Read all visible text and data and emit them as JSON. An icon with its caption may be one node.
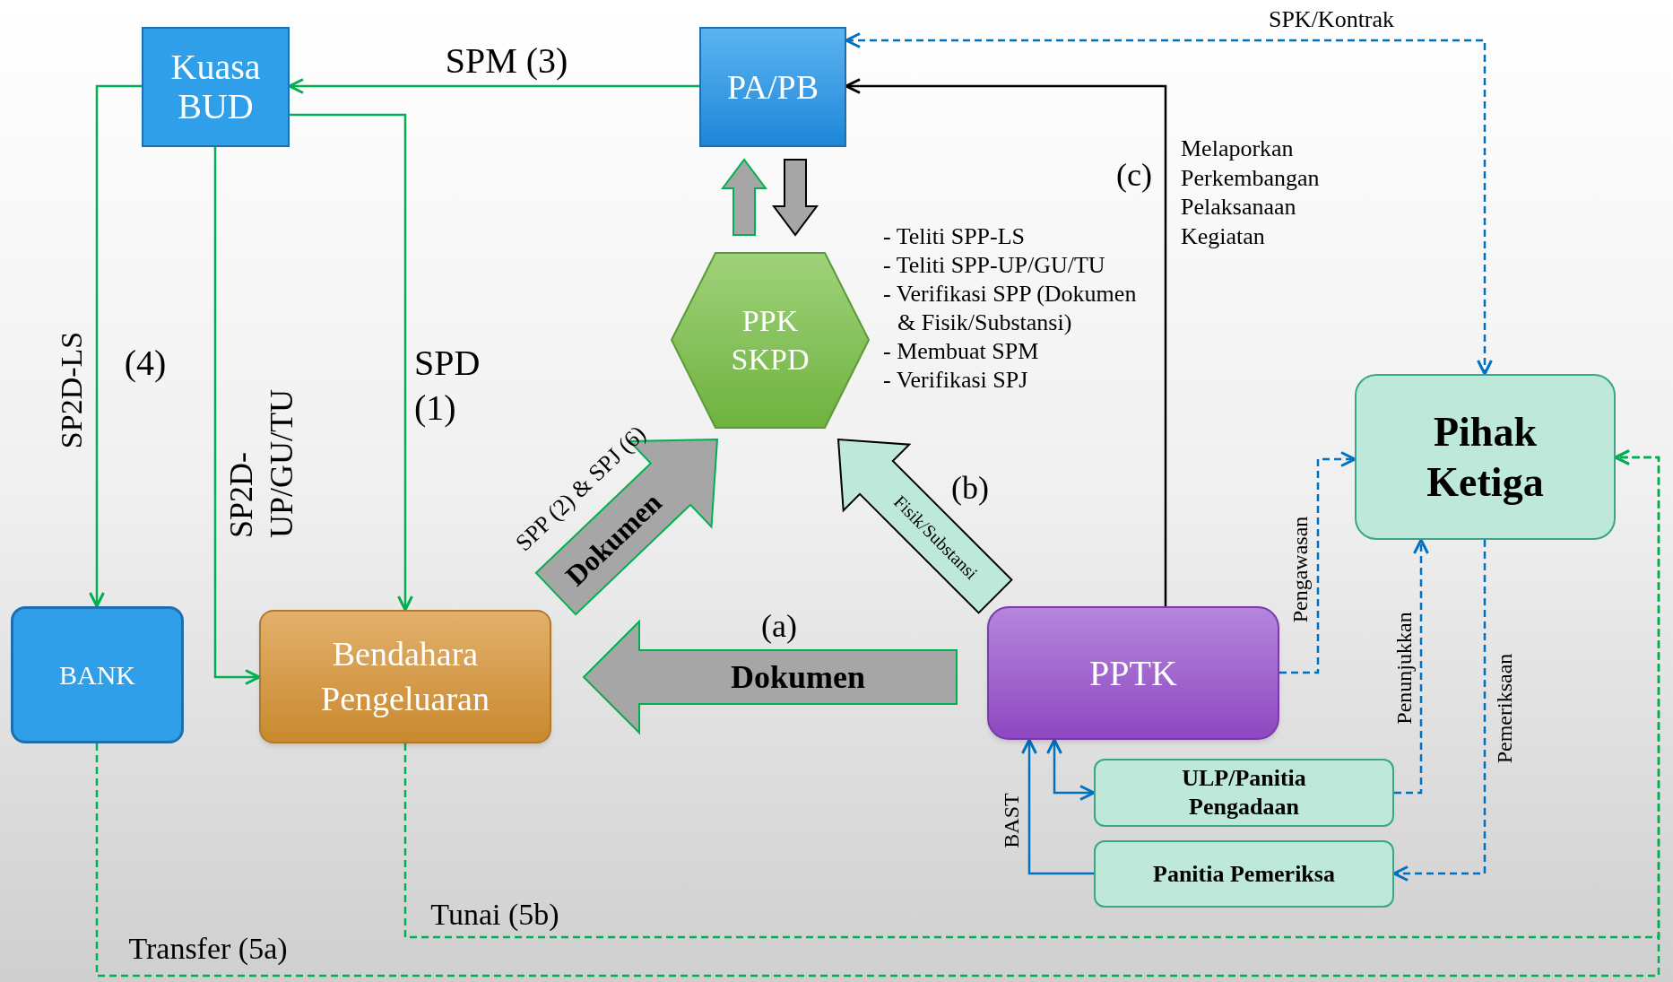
{
  "diagram": {
    "nodes": [
      {
        "text": [
          "Kuasa BUD"
        ]
      },
      {
        "text": [
          "PA/PB"
        ]
      },
      {
        "text": [
          "PPK SKPD"
        ],
        "beside": [
          "- Teliti SPP-LS",
          "- Teliti SPP-UP/GU/TU",
          "- Verifikasi SPP (Dokumen & Fisik/Substansi)",
          "- Membuat SPM",
          "- Verifikasi SPJ"
        ]
      },
      {
        "text": [
          "BANK"
        ]
      },
      {
        "text": [
          "Bendahara Pengeluaran"
        ]
      },
      {
        "text": [
          "PPTK"
        ]
      },
      {
        "text": [
          "Pihak Ketiga"
        ]
      },
      {
        "text": [
          "ULP/Panitia Pengadaan"
        ]
      },
      {
        "text": [
          "Panitia Pemeriksa"
        ]
      }
    ],
    "edges": [
      {
        "from": 1,
        "to": 0,
        "arrow": "to",
        "label": "SPM (3)"
      },
      {
        "from": 0,
        "to": 3,
        "arrow": "to",
        "label": "SP2D-LS"
      },
      {
        "from": 0,
        "to": 4,
        "arrow": "to",
        "label": "SP2D- UP/GU/TU"
      },
      {
        "from": 0,
        "to": 4,
        "arrow": "to",
        "label": "SPD (1)"
      },
      {
        "from": 3,
        "to": 6,
        "arrow": "to",
        "label": "Transfer (5a)",
        "style": "dashed"
      },
      {
        "from": 4,
        "to": 6,
        "arrow": "to",
        "label": "Tunai (5b)",
        "style": "dashed"
      },
      {
        "from": 5,
        "to": 1,
        "arrow": "to",
        "label": "Melaporkan Perkembangan Pelaksanaan Kegiatan",
        "color": "#000000"
      },
      {
        "from": 1,
        "to": 6,
        "arrow": "both",
        "label": "SPK/Kontrak",
        "style": "dashed",
        "color": "#0070c0"
      },
      {
        "from": 5,
        "to": 6,
        "arrow": "to",
        "label": "Pengawasan",
        "style": "dashed",
        "color": "#0070c0"
      },
      {
        "from": 7,
        "to": 6,
        "arrow": "to",
        "label": "Penunjukkan",
        "style": "dashed",
        "color": "#0070c0"
      },
      {
        "from": 6,
        "to": 8,
        "arrow": "to",
        "label": "Pemeriksaan",
        "style": "dashed",
        "color": "#0070c0"
      },
      {
        "from": 8,
        "to": 5,
        "arrow": "to",
        "label": "BAST",
        "color": "#0070c0"
      },
      {
        "from": 5,
        "to": 7,
        "arrow": "both",
        "color": "#0070c0"
      },
      {
        "from": 5,
        "to": 4,
        "arrow": "to",
        "label": "Dokumen",
        "style": "thick",
        "color": "#a6a6a6"
      },
      {
        "from": 4,
        "to": 2,
        "arrow": "to",
        "label": "Dokumen",
        "style": "thick",
        "color": "#a6a6a6"
      },
      {
        "from": 5,
        "to": 2,
        "arrow": "to",
        "label": "Fisik/Substansi",
        "style": "thick",
        "color": "#bde8da"
      },
      {
        "from": 2,
        "to": 1,
        "arrow": "to",
        "style": "thick",
        "color": "#a6a6a6"
      },
      {
        "from": 1,
        "to": 2,
        "arrow": "to",
        "style": "thick",
        "color": "#a6a6a6"
      }
    ],
    "labels": [
      "(4)",
      "SPP (2) & SPJ (6)",
      "(a)",
      "(b)",
      "(c)"
    ]
  }
}
